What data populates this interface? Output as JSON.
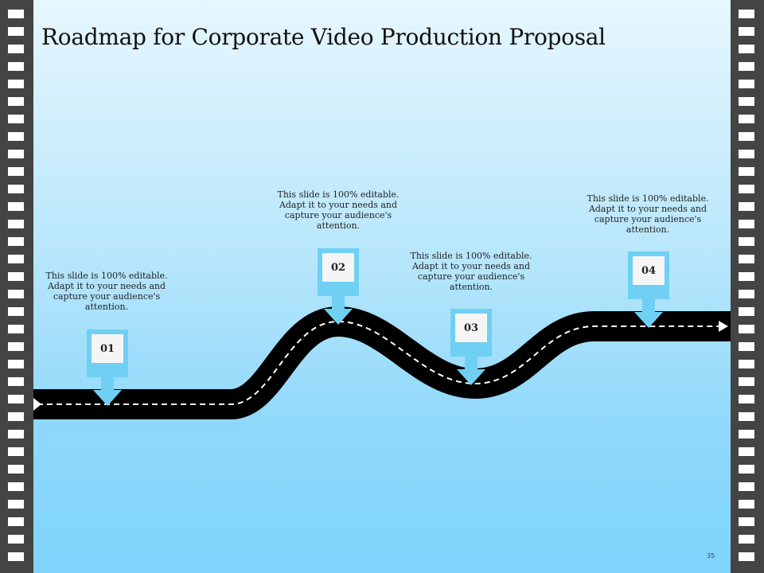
{
  "slide": {
    "title": "Roadmap for Corporate Video Production Proposal",
    "page_number": "35"
  },
  "milestones": [
    {
      "number": "01",
      "text": "This slide is 100% editable. Adapt it to your needs and capture your audience's attention."
    },
    {
      "number": "02",
      "text": "This slide is 100% editable. Adapt it to your needs and capture your audience's attention."
    },
    {
      "number": "03",
      "text": "This slide is 100% editable. Adapt it to your needs and capture your audience's attention."
    },
    {
      "number": "04",
      "text": "This slide is 100% editable. Adapt it to your needs and capture your audience's attention."
    }
  ],
  "colors": {
    "road": "#000000",
    "marker": "#6fd0f3",
    "filmstrip": "#444444"
  }
}
